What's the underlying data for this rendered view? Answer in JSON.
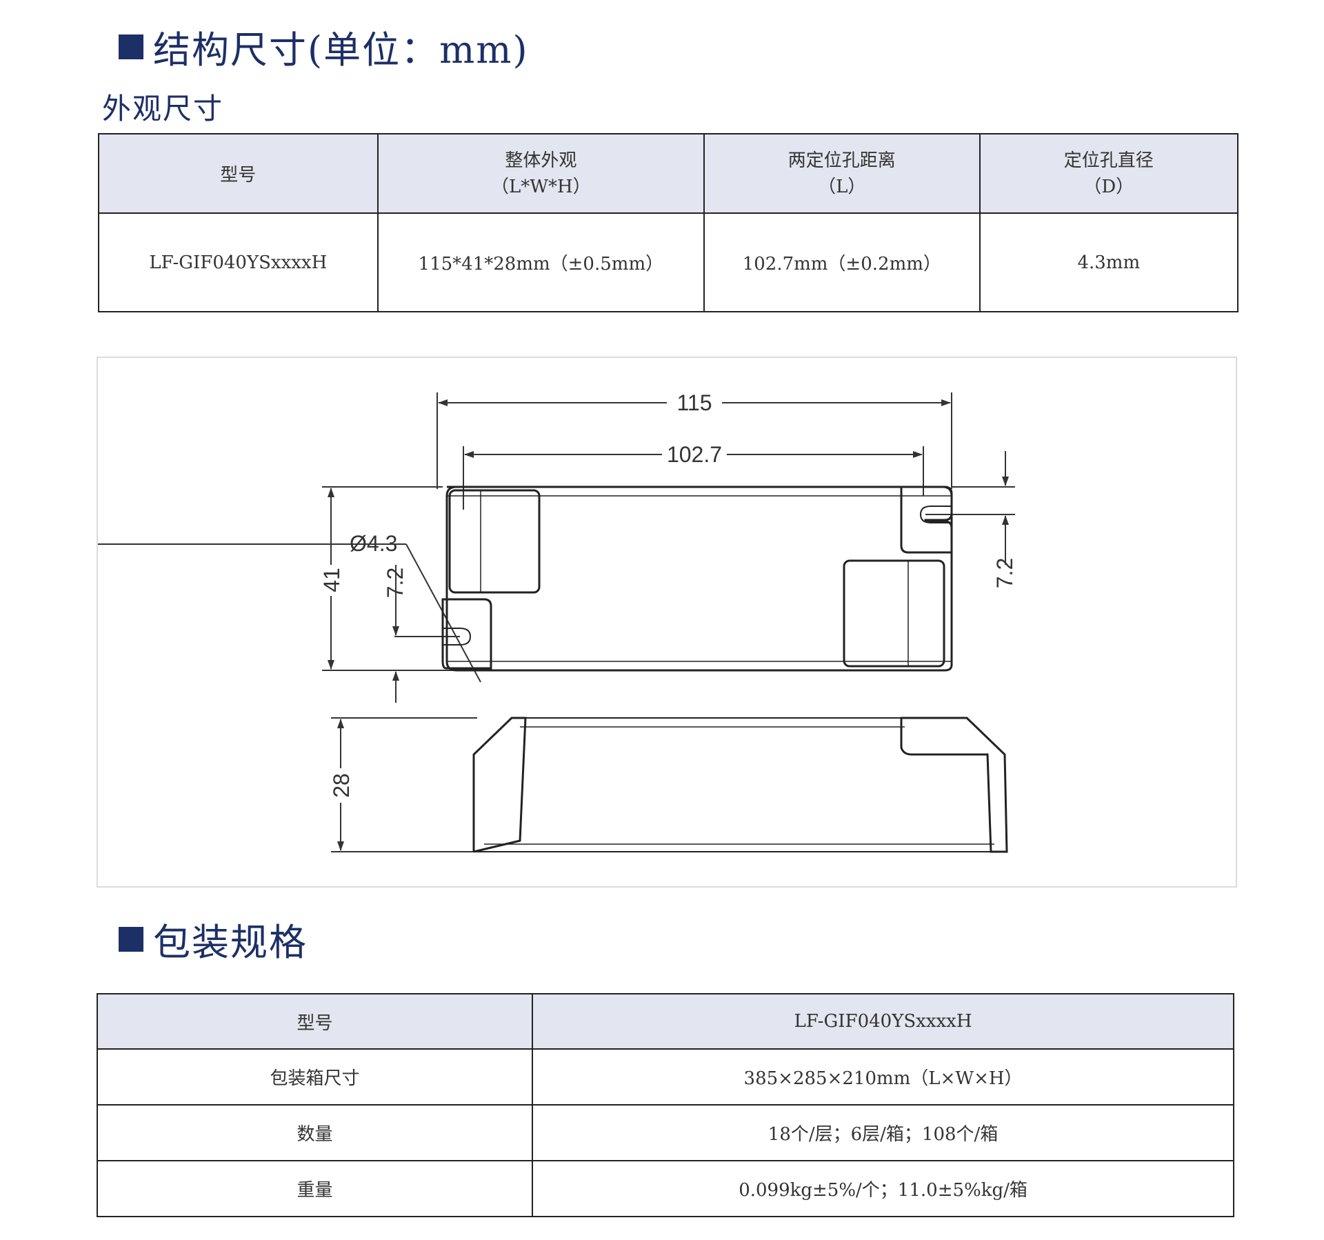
{
  "section_structure": {
    "title": "结构尺寸(单位：mm)"
  },
  "subsection_outline": {
    "title": "外观尺寸"
  },
  "dimension_table": {
    "headers": [
      {
        "line1": "型号",
        "line2": ""
      },
      {
        "line1": "整体外观",
        "line2": "（L*W*H）"
      },
      {
        "line1": "两定位孔距离",
        "line2": "（L）"
      },
      {
        "line1": "定位孔直径",
        "line2": "（D）"
      }
    ],
    "row": [
      "LF-GIF040YSxxxxH",
      "115*41*28mm（±0.5mm）",
      "102.7mm（±0.2mm）",
      "4.3mm"
    ]
  },
  "drawing": {
    "labels": {
      "overall_length": "115",
      "hole_distance": "102.7",
      "hole_diameter": "Ø4.3",
      "hole_offset_left": "7.2",
      "hole_offset_right": "7.2",
      "width": "41",
      "height": "28"
    }
  },
  "section_packaging": {
    "title": "包装规格"
  },
  "packaging_table": {
    "rows": [
      {
        "label": "型号",
        "value": "LF-GIF040YSxxxxH"
      },
      {
        "label": "包装箱尺寸",
        "value": "385×285×210mm（L×W×H）"
      },
      {
        "label": "数量",
        "value": "18个/层；6层/箱；108个/箱"
      },
      {
        "label": "重量",
        "value": "0.099kg±5%/个；11.0±5%kg/箱"
      }
    ]
  }
}
